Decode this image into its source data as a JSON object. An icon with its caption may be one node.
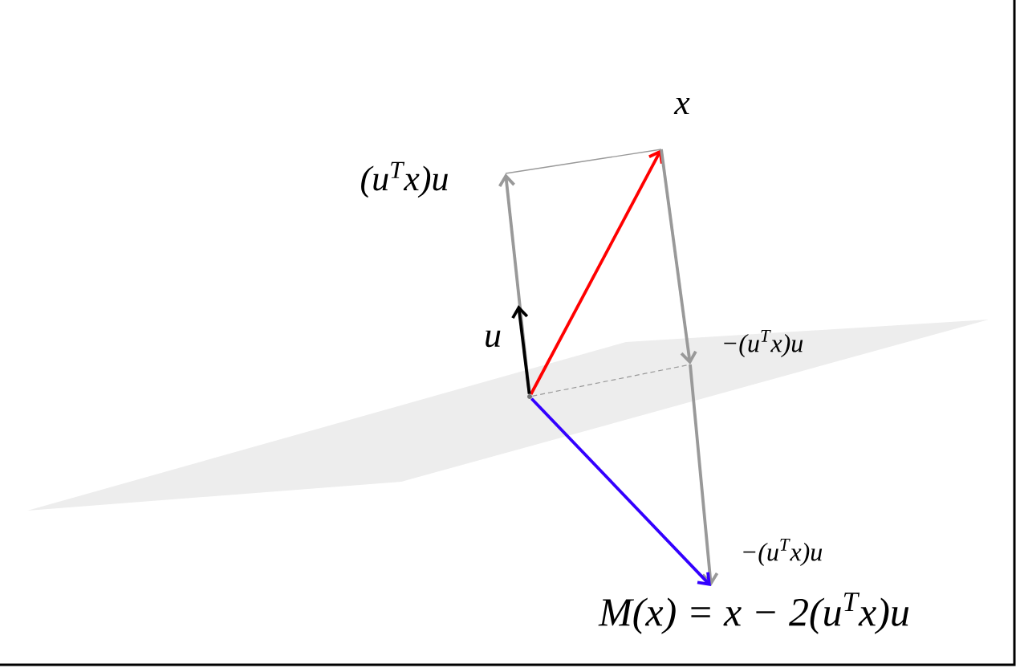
{
  "diagram": {
    "nodes": [
      {
        "text": [],
        "shape": "dot"
      },
      {
        "text": [
          "x"
        ]
      },
      {
        "text": [
          "(u$^{T}$x)u"
        ]
      },
      {
        "text": [
          "u"
        ]
      },
      {
        "text": [
          "−(u$^{T}$x)u"
        ]
      },
      {
        "text": [
          "−(u$^{T}$x)u"
        ]
      },
      {
        "text": [
          "M(x) = x − 2(u$^{T}$x)u"
        ]
      }
    ],
    "edges": [
      {
        "from": 0,
        "to": 1,
        "arrow": "to",
        "color": "#ff0000"
      },
      {
        "from": 0,
        "to": 2,
        "arrow": "to"
      },
      {
        "from": 0,
        "to": 3,
        "arrow": "to",
        "color": "#000000"
      },
      {
        "from": 1,
        "to": 4,
        "arrow": "to"
      },
      {
        "from": 4,
        "to": 5,
        "arrow": "to"
      },
      {
        "from": 0,
        "to": 6,
        "arrow": "to",
        "color": "#3300ff"
      },
      {
        "from": 2,
        "to": 1,
        "arrow": "none"
      },
      {
        "from": 0,
        "to": 4,
        "arrow": "none",
        "style": "dashed"
      }
    ]
  }
}
